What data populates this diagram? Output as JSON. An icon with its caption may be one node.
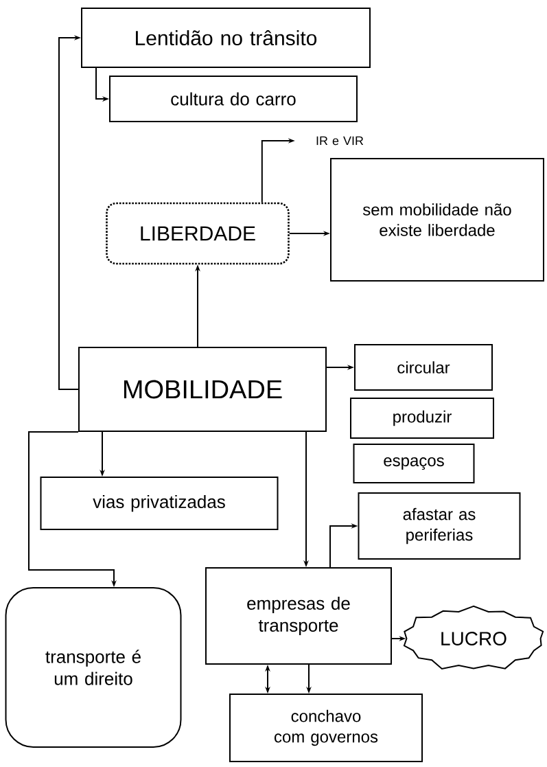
{
  "diagram": {
    "nodes": [
      {
        "text": [
          "Lentidão no trânsito"
        ]
      },
      {
        "text": [
          "cultura do carro"
        ]
      },
      {
        "text": [
          "IR e VIR"
        ]
      },
      {
        "text": [
          "LIBERDADE"
        ]
      },
      {
        "text": [
          "sem mobilidade não existe liberdade"
        ]
      },
      {
        "text": [
          "MOBILIDADE"
        ]
      },
      {
        "text": [
          "circular"
        ]
      },
      {
        "text": [
          "produzir"
        ]
      },
      {
        "text": [
          "espaços"
        ]
      },
      {
        "text": [
          "vias privatizadas"
        ]
      },
      {
        "text": [
          "afastar as periferias"
        ]
      },
      {
        "text": [
          "empresas de transporte"
        ]
      },
      {
        "text": [
          "LUCRO"
        ]
      },
      {
        "text": [
          "transporte é um direito"
        ]
      },
      {
        "text": [
          "conchavo com governos"
        ]
      }
    ],
    "edges": [
      {
        "from": 5,
        "to": 0,
        "arrow": "to"
      },
      {
        "from": 0,
        "to": 1,
        "arrow": "to"
      },
      {
        "from": 3,
        "to": 2,
        "arrow": "to"
      },
      {
        "from": 3,
        "to": 4,
        "arrow": "to"
      },
      {
        "from": 5,
        "to": 3,
        "arrow": "to"
      },
      {
        "from": 5,
        "to": 6,
        "arrow": "to"
      },
      {
        "from": 5,
        "to": 9,
        "arrow": "to"
      },
      {
        "from": 5,
        "to": 11,
        "arrow": "to"
      },
      {
        "from": 5,
        "to": 13,
        "arrow": "to"
      },
      {
        "from": 11,
        "to": 10,
        "arrow": "to"
      },
      {
        "from": 11,
        "to": 12,
        "arrow": "to"
      },
      {
        "from": 11,
        "to": 14,
        "arrow": "both"
      },
      {
        "from": 11,
        "to": 14,
        "arrow": "to"
      }
    ]
  }
}
